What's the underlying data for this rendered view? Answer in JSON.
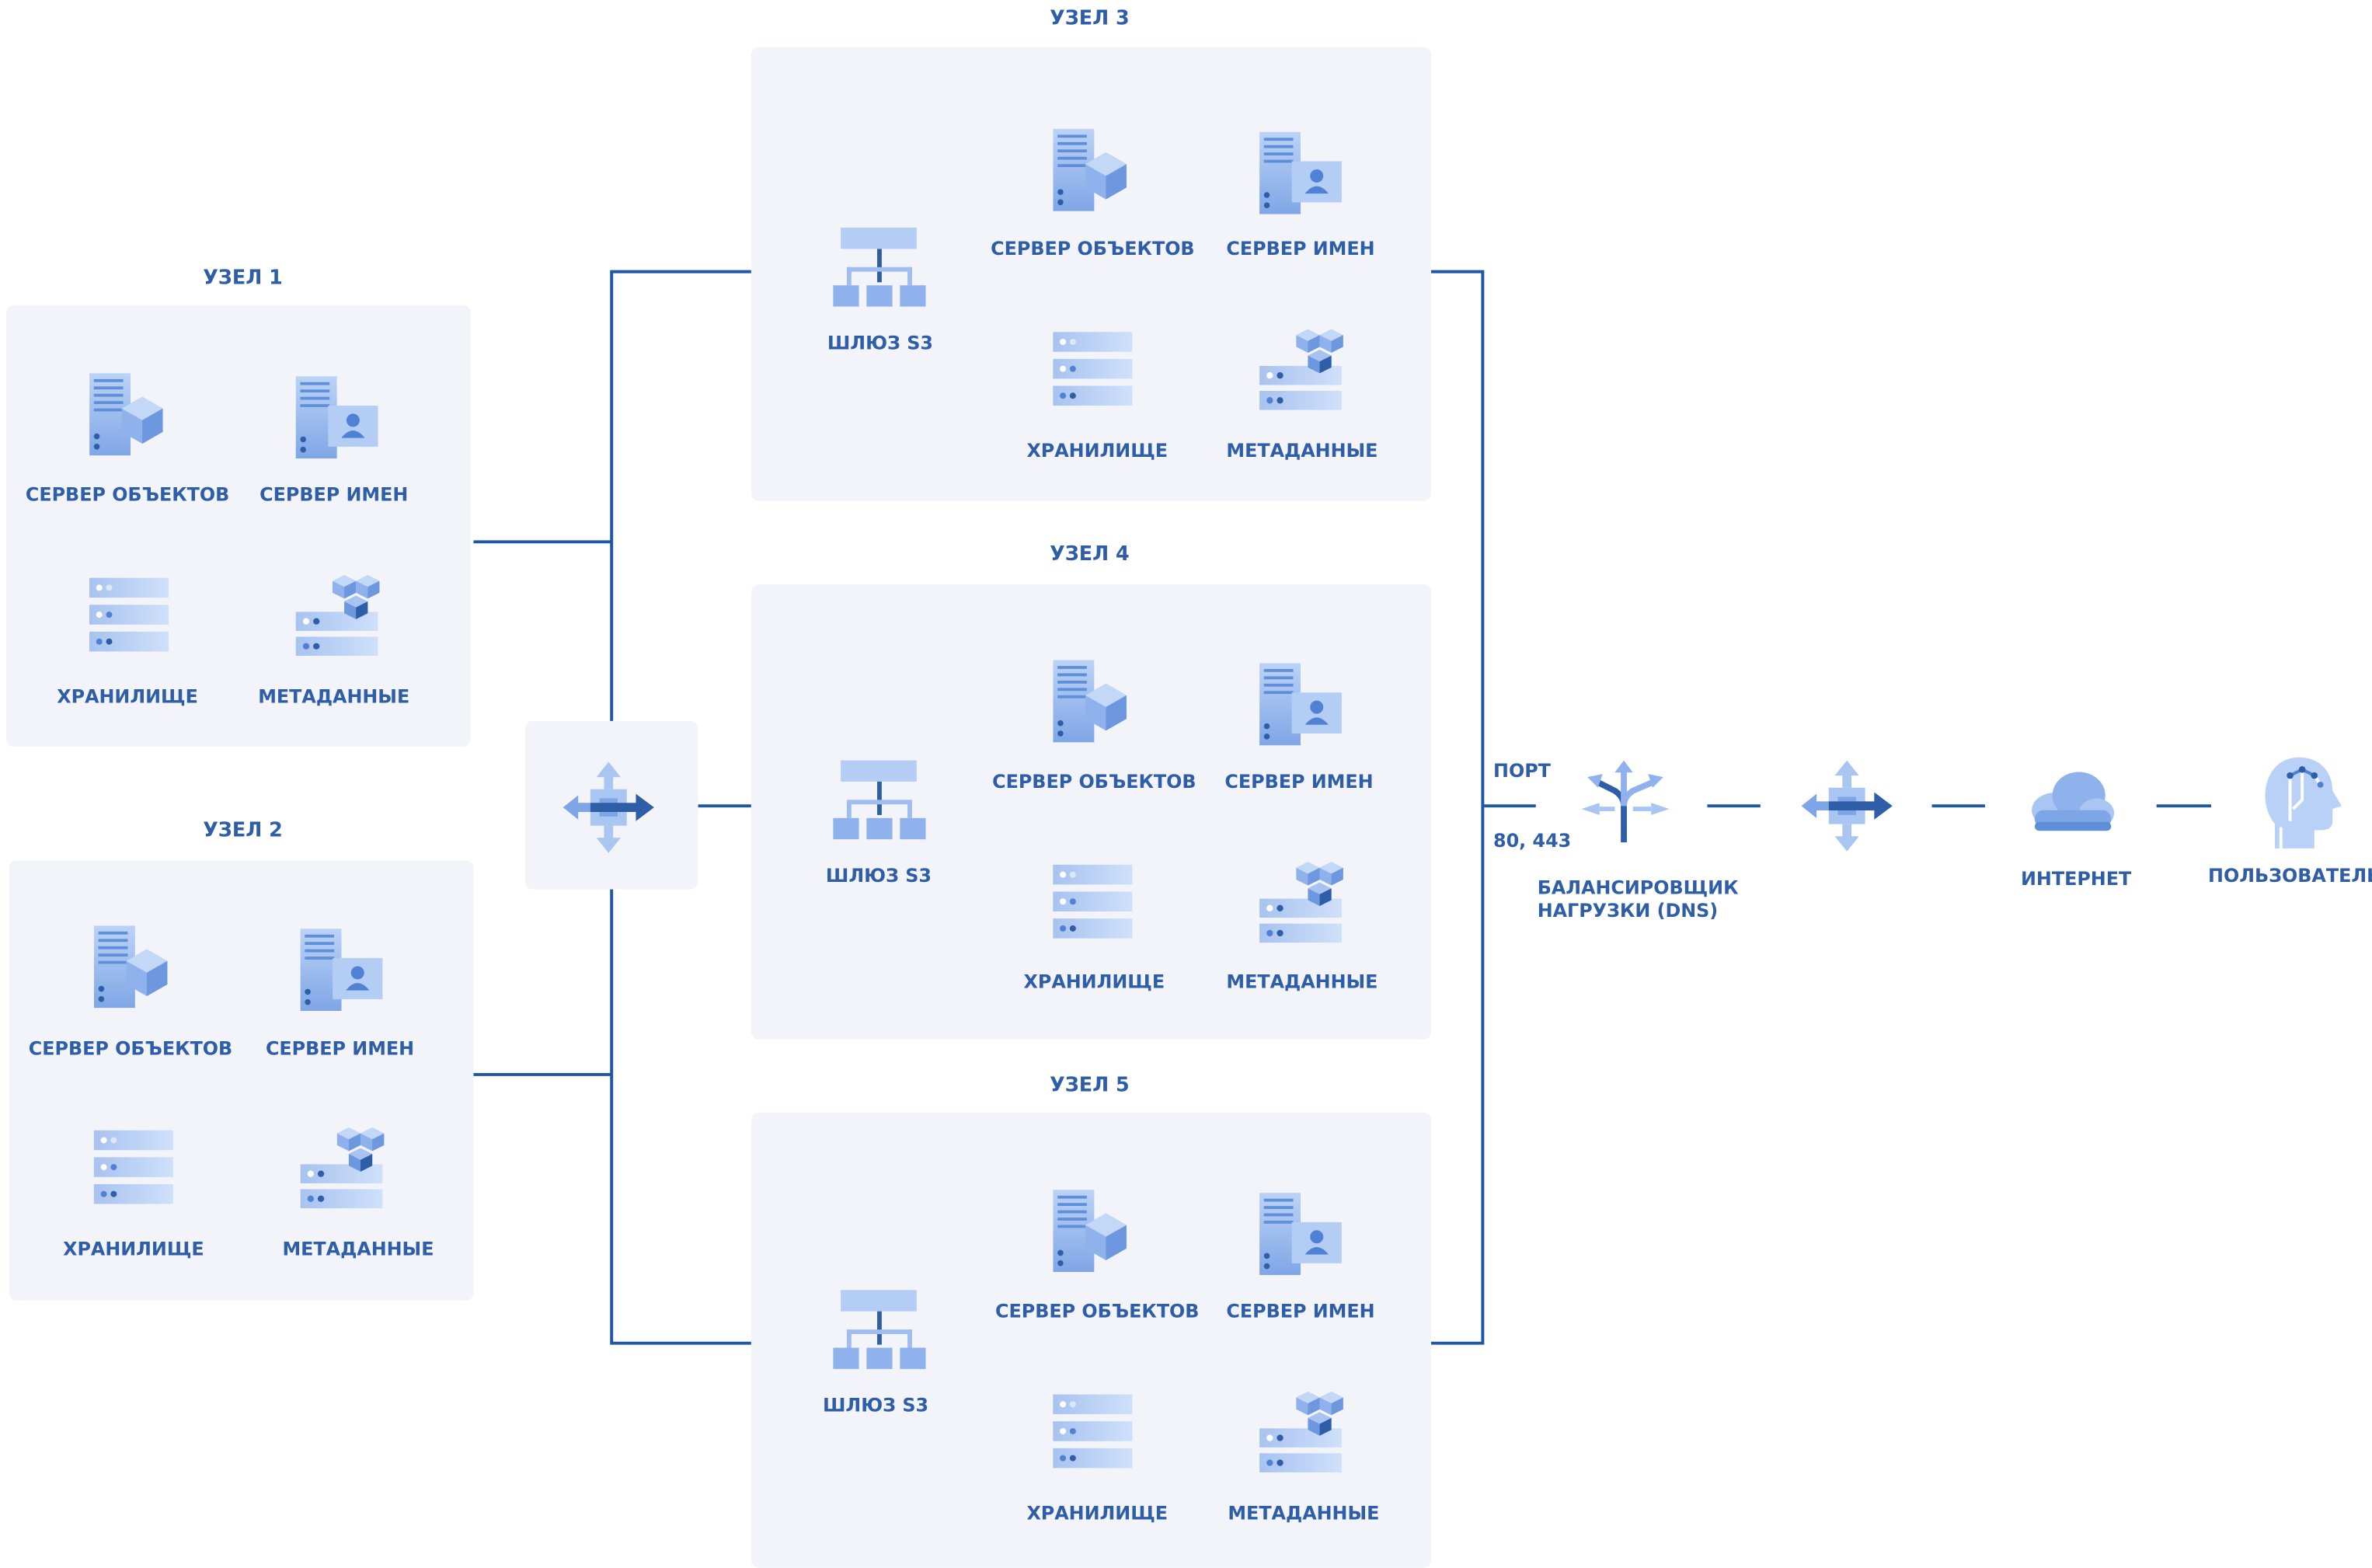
{
  "labels": {
    "object_server": "СЕРВЕР ОБЪЕКТОВ",
    "name_server": "СЕРВЕР ИМЕН",
    "storage": "ХРАНИЛИЩЕ",
    "metadata": "МЕТАДАННЫЕ",
    "s3_gateway": "ШЛЮЗ S3"
  },
  "nodes": [
    {
      "title": "УЗЕЛ 1"
    },
    {
      "title": "УЗЕЛ 2"
    },
    {
      "title": "УЗЕЛ 3"
    },
    {
      "title": "УЗЕЛ 4"
    },
    {
      "title": "УЗЕЛ 5"
    }
  ],
  "chain": {
    "port_line1": "ПОРТ",
    "port_line2": "80, 443",
    "balancer_line1": "БАЛАНСИРОВЩИК",
    "balancer_line2": "НАГРУЗКИ (DNS)",
    "internet": "ИНТЕРНЕТ",
    "user": "ПОЛЬЗОВАТЕЛЬ"
  },
  "icons": [
    "object-server-icon",
    "name-server-icon",
    "storage-icon",
    "metadata-icon",
    "s3-gateway-icon",
    "network-switch-icon",
    "load-balancer-icon",
    "cloud-icon",
    "user-head-icon"
  ],
  "colors": {
    "accent": "#2f5ea8",
    "line": "#1f57a8",
    "panel": "#f3f4f9",
    "icon_light": "#a9c6f3",
    "icon_mid": "#7ea5e6",
    "icon_dark": "#3c6fc2"
  }
}
